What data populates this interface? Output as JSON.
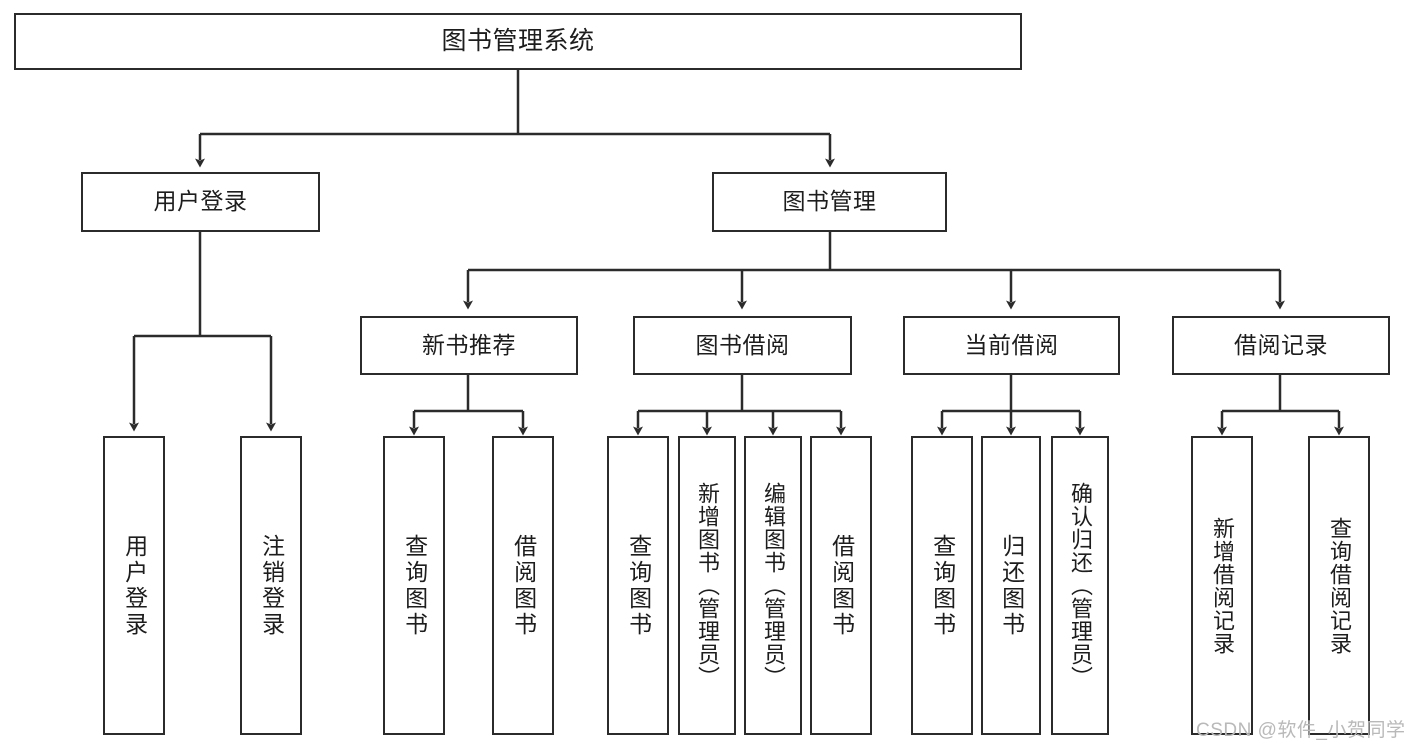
{
  "diagram": {
    "type": "tree-hierarchy",
    "title": "图书管理系统",
    "orientation": "top-down",
    "colors": {
      "stroke": "#2b2b2b",
      "fill": "#ffffff",
      "text": "#1d1d1d",
      "watermark": "#b9b9b9"
    },
    "nodes": {
      "root": {
        "label": "图书管理系统",
        "level": 0
      },
      "user_login": {
        "label": "用户登录",
        "level": 1
      },
      "book_manage": {
        "label": "图书管理",
        "level": 1
      },
      "new_book_rec": {
        "label": "新书推荐",
        "level": 2
      },
      "book_borrow": {
        "label": "图书借阅",
        "level": 2
      },
      "current_borrow": {
        "label": "当前借阅",
        "level": 2
      },
      "borrow_record": {
        "label": "借阅记录",
        "level": 2
      },
      "leaf_user_login": {
        "label": "用户登录",
        "level": 2
      },
      "leaf_logout_login": {
        "label": "注销登录",
        "level": 2
      },
      "leaf_query_book_1": {
        "label": "查询图书",
        "level": 3
      },
      "leaf_borrow_book_1": {
        "label": "借阅图书",
        "level": 3
      },
      "leaf_query_book_2": {
        "label": "查询图书",
        "level": 3
      },
      "leaf_add_book_admin": {
        "label": "新增图书（管理员）",
        "level": 3
      },
      "leaf_edit_book_admin": {
        "label": "编辑图书（管理员）",
        "level": 3
      },
      "leaf_borrow_book_2": {
        "label": "借阅图书",
        "level": 3
      },
      "leaf_query_book_3": {
        "label": "查询图书",
        "level": 3
      },
      "leaf_return_book": {
        "label": "归还图书",
        "level": 3
      },
      "leaf_confirm_return_admin": {
        "label": "确认归还（管理员）",
        "level": 3
      },
      "leaf_add_borrow_record": {
        "label": "新增借阅记录",
        "level": 3
      },
      "leaf_query_borrow_record": {
        "label": "查询借阅记录",
        "level": 3
      }
    },
    "edges": [
      {
        "from": "root",
        "to": "user_login"
      },
      {
        "from": "root",
        "to": "book_manage"
      },
      {
        "from": "user_login",
        "to": "leaf_user_login"
      },
      {
        "from": "user_login",
        "to": "leaf_logout_login"
      },
      {
        "from": "book_manage",
        "to": "new_book_rec"
      },
      {
        "from": "book_manage",
        "to": "book_borrow"
      },
      {
        "from": "book_manage",
        "to": "current_borrow"
      },
      {
        "from": "book_manage",
        "to": "borrow_record"
      },
      {
        "from": "new_book_rec",
        "to": "leaf_query_book_1"
      },
      {
        "from": "new_book_rec",
        "to": "leaf_borrow_book_1"
      },
      {
        "from": "book_borrow",
        "to": "leaf_query_book_2"
      },
      {
        "from": "book_borrow",
        "to": "leaf_add_book_admin"
      },
      {
        "from": "book_borrow",
        "to": "leaf_edit_book_admin"
      },
      {
        "from": "book_borrow",
        "to": "leaf_borrow_book_2"
      },
      {
        "from": "current_borrow",
        "to": "leaf_query_book_3"
      },
      {
        "from": "current_borrow",
        "to": "leaf_return_book"
      },
      {
        "from": "current_borrow",
        "to": "leaf_confirm_return_admin"
      },
      {
        "from": "borrow_record",
        "to": "leaf_add_borrow_record"
      },
      {
        "from": "borrow_record",
        "to": "leaf_query_borrow_record"
      }
    ]
  },
  "watermark": {
    "text": "CSDN @软件_小贺同学"
  }
}
